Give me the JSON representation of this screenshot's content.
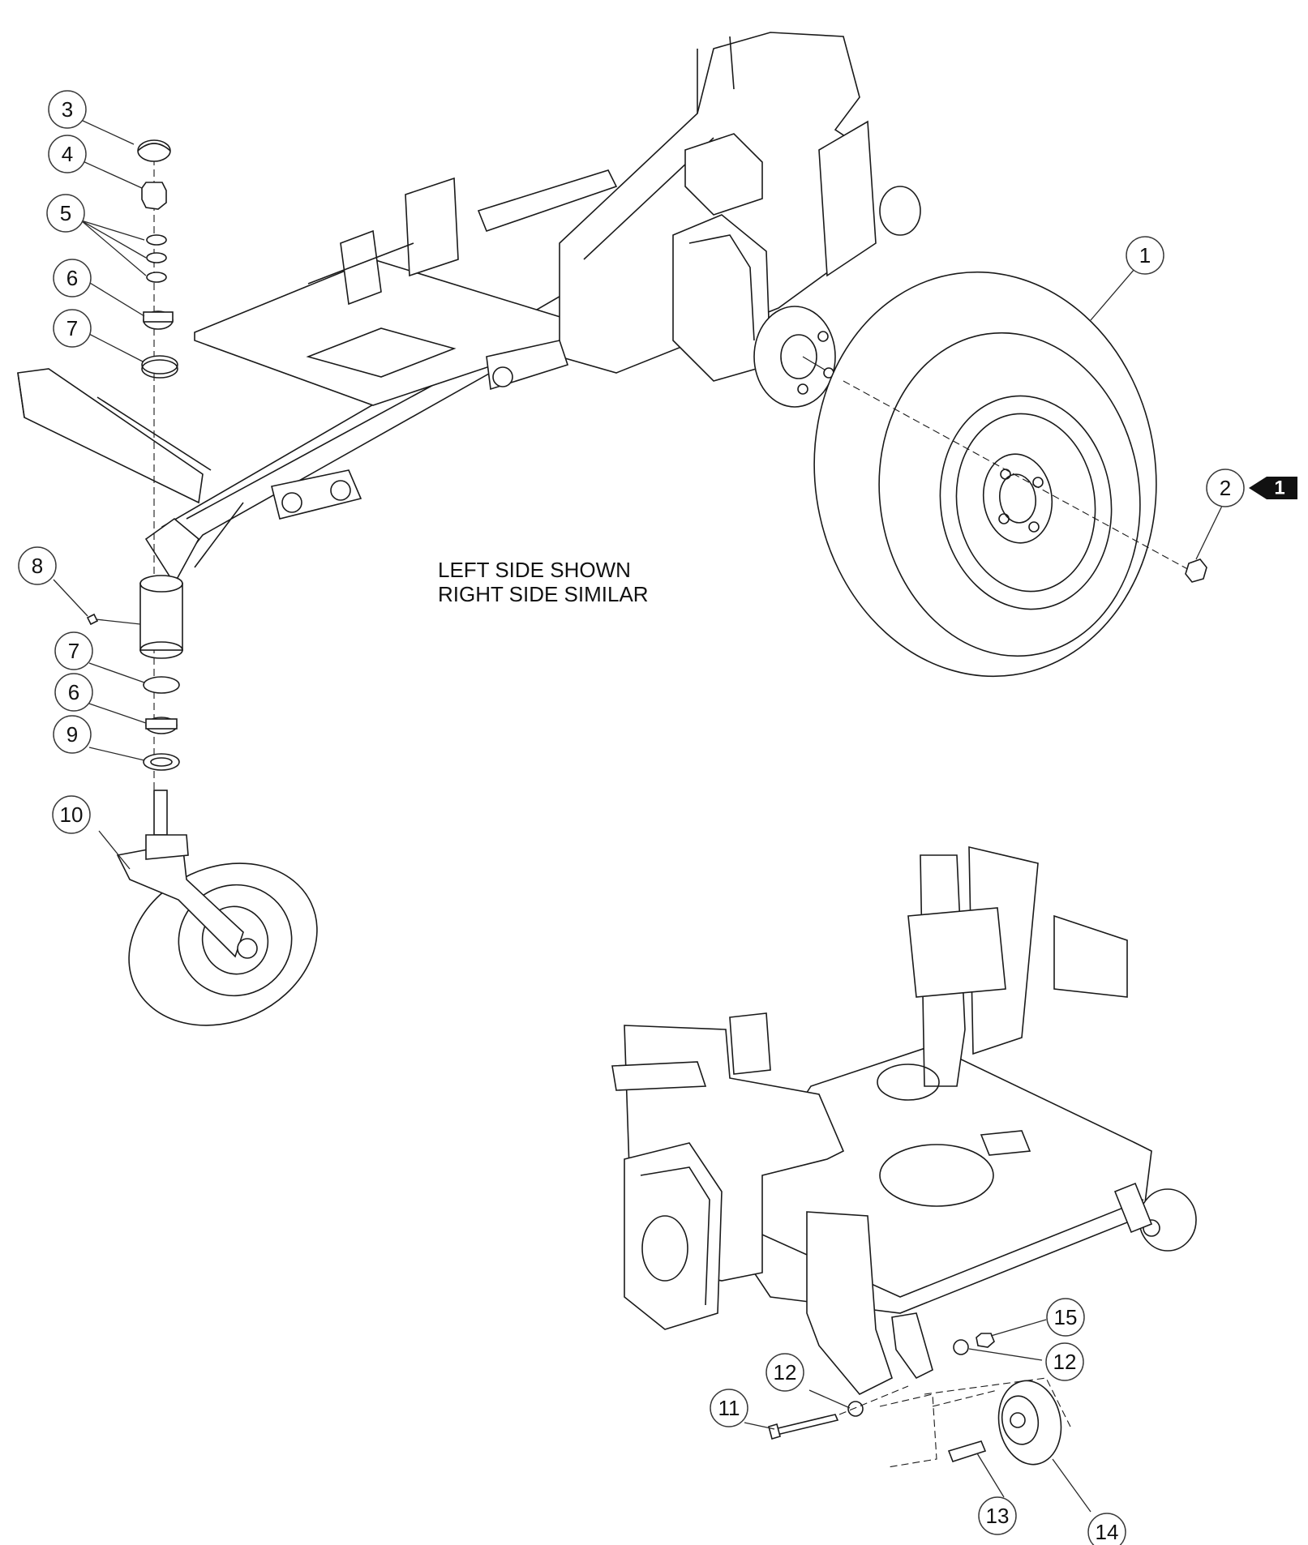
{
  "note": {
    "line1": "LEFT SIDE SHOWN",
    "line2": "RIGHT SIDE SIMILAR"
  },
  "reference_tag": {
    "label": "1"
  },
  "callouts": {
    "c1": "1",
    "c2": "2",
    "c3": "3",
    "c4": "4",
    "c5": "5",
    "c6a": "6",
    "c6b": "6",
    "c7a": "7",
    "c7b": "7",
    "c8": "8",
    "c9": "9",
    "c10": "10",
    "c11": "11",
    "c12a": "12",
    "c12b": "12",
    "c13": "13",
    "c14": "14",
    "c15": "15"
  }
}
